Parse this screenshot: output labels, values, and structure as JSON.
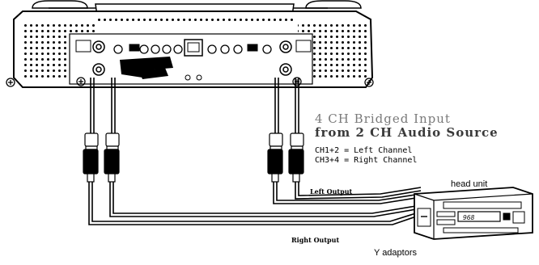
{
  "diagram": {
    "title_line1": "4 CH Bridged Input",
    "title_line2": "from 2 CH Audio Source",
    "channels": [
      "CH1+2 = Left Channel",
      "CH3+4 = Right Channel"
    ],
    "left_output_label": "Left Output",
    "right_output_label": "Right Output",
    "head_unit_label": "head unit",
    "y_adaptors_label": "Y adaptors",
    "head_unit_display": "968"
  },
  "colors": {
    "line": "#000000",
    "title_light": "#7a7a7a",
    "title_dark": "#3a3a3a"
  }
}
